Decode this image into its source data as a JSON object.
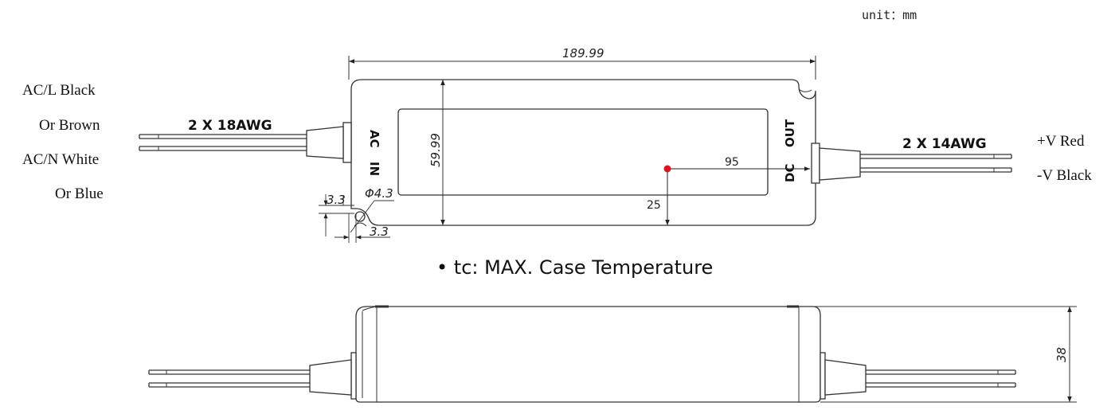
{
  "unit_label": "unit：mm",
  "input_wires": {
    "line1": "AC/L Black",
    "line2": "Or Brown",
    "line3": "AC/N White",
    "line4": "Or Blue",
    "gauge": "2 X 18AWG"
  },
  "output_wires": {
    "positive": "+V Red",
    "negative": "-V Black",
    "gauge": "2 X 14AWG"
  },
  "case_markings": {
    "ac": "AC",
    "in": "IN",
    "dc": "DC",
    "out": "OUT"
  },
  "dimensions": {
    "length": "189.99",
    "width": "59.99",
    "height": "38",
    "hole_diameter": "Φ4.3",
    "hole_offset_y": "3.3",
    "hole_offset_x": "3.3",
    "tc_x": "95",
    "tc_y": "25"
  },
  "note": "• tc: MAX. Case Temperature",
  "colors": {
    "tc_point": "#e0141c"
  }
}
